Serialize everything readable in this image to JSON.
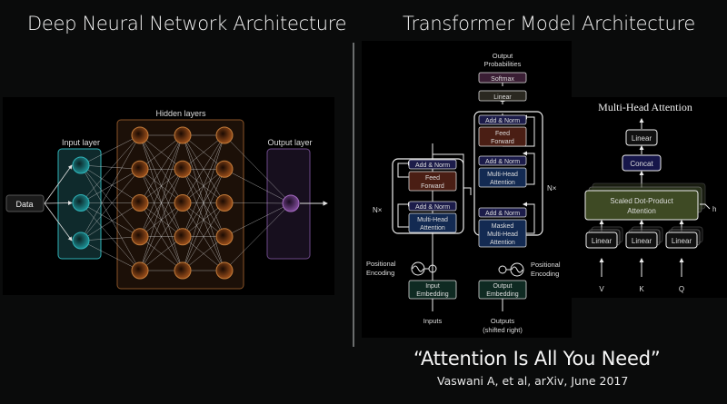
{
  "titles": {
    "left": "Deep Neural Network Architecture",
    "right": "Transformer Model Architecture"
  },
  "dnn": {
    "data_label": "Data",
    "input_layer_label": "Input layer",
    "hidden_layers_label": "Hidden layers",
    "output_layer_label": "Output layer",
    "input_nodes": 3,
    "hidden_layer_count": 3,
    "hidden_nodes_per_layer": 5,
    "output_nodes": 1,
    "colors": {
      "input": "#2fb3b8",
      "hidden": "#c07a3a",
      "output": "#a46ac0"
    }
  },
  "transformer": {
    "output_probabilities": [
      "Output",
      "Probabilities"
    ],
    "softmax": "Softmax",
    "linear": "Linear",
    "add_norm": "Add & Norm",
    "feed_forward": [
      "Feed",
      "Forward"
    ],
    "multi_head_attention": [
      "Multi-Head",
      "Attention"
    ],
    "masked_multi_head_attention": [
      "Masked",
      "Multi-Head",
      "Attention"
    ],
    "nx": "N×",
    "positional_encoding": [
      "Positional",
      "Encoding"
    ],
    "input_embedding": [
      "Input",
      "Embedding"
    ],
    "output_embedding": [
      "Output",
      "Embedding"
    ],
    "inputs": "Inputs",
    "outputs": [
      "Outputs",
      "(shifted right)"
    ]
  },
  "multi_head": {
    "title": "Multi-Head Attention",
    "linear": "Linear",
    "concat": "Concat",
    "sdpa": [
      "Scaled Dot-Product",
      "Attention"
    ],
    "h": "h",
    "inputs": [
      "V",
      "K",
      "Q"
    ]
  },
  "citation": {
    "title": "“Attention Is All You Need”",
    "authors": "Vaswani A, et al, arXiv, June 2017"
  }
}
